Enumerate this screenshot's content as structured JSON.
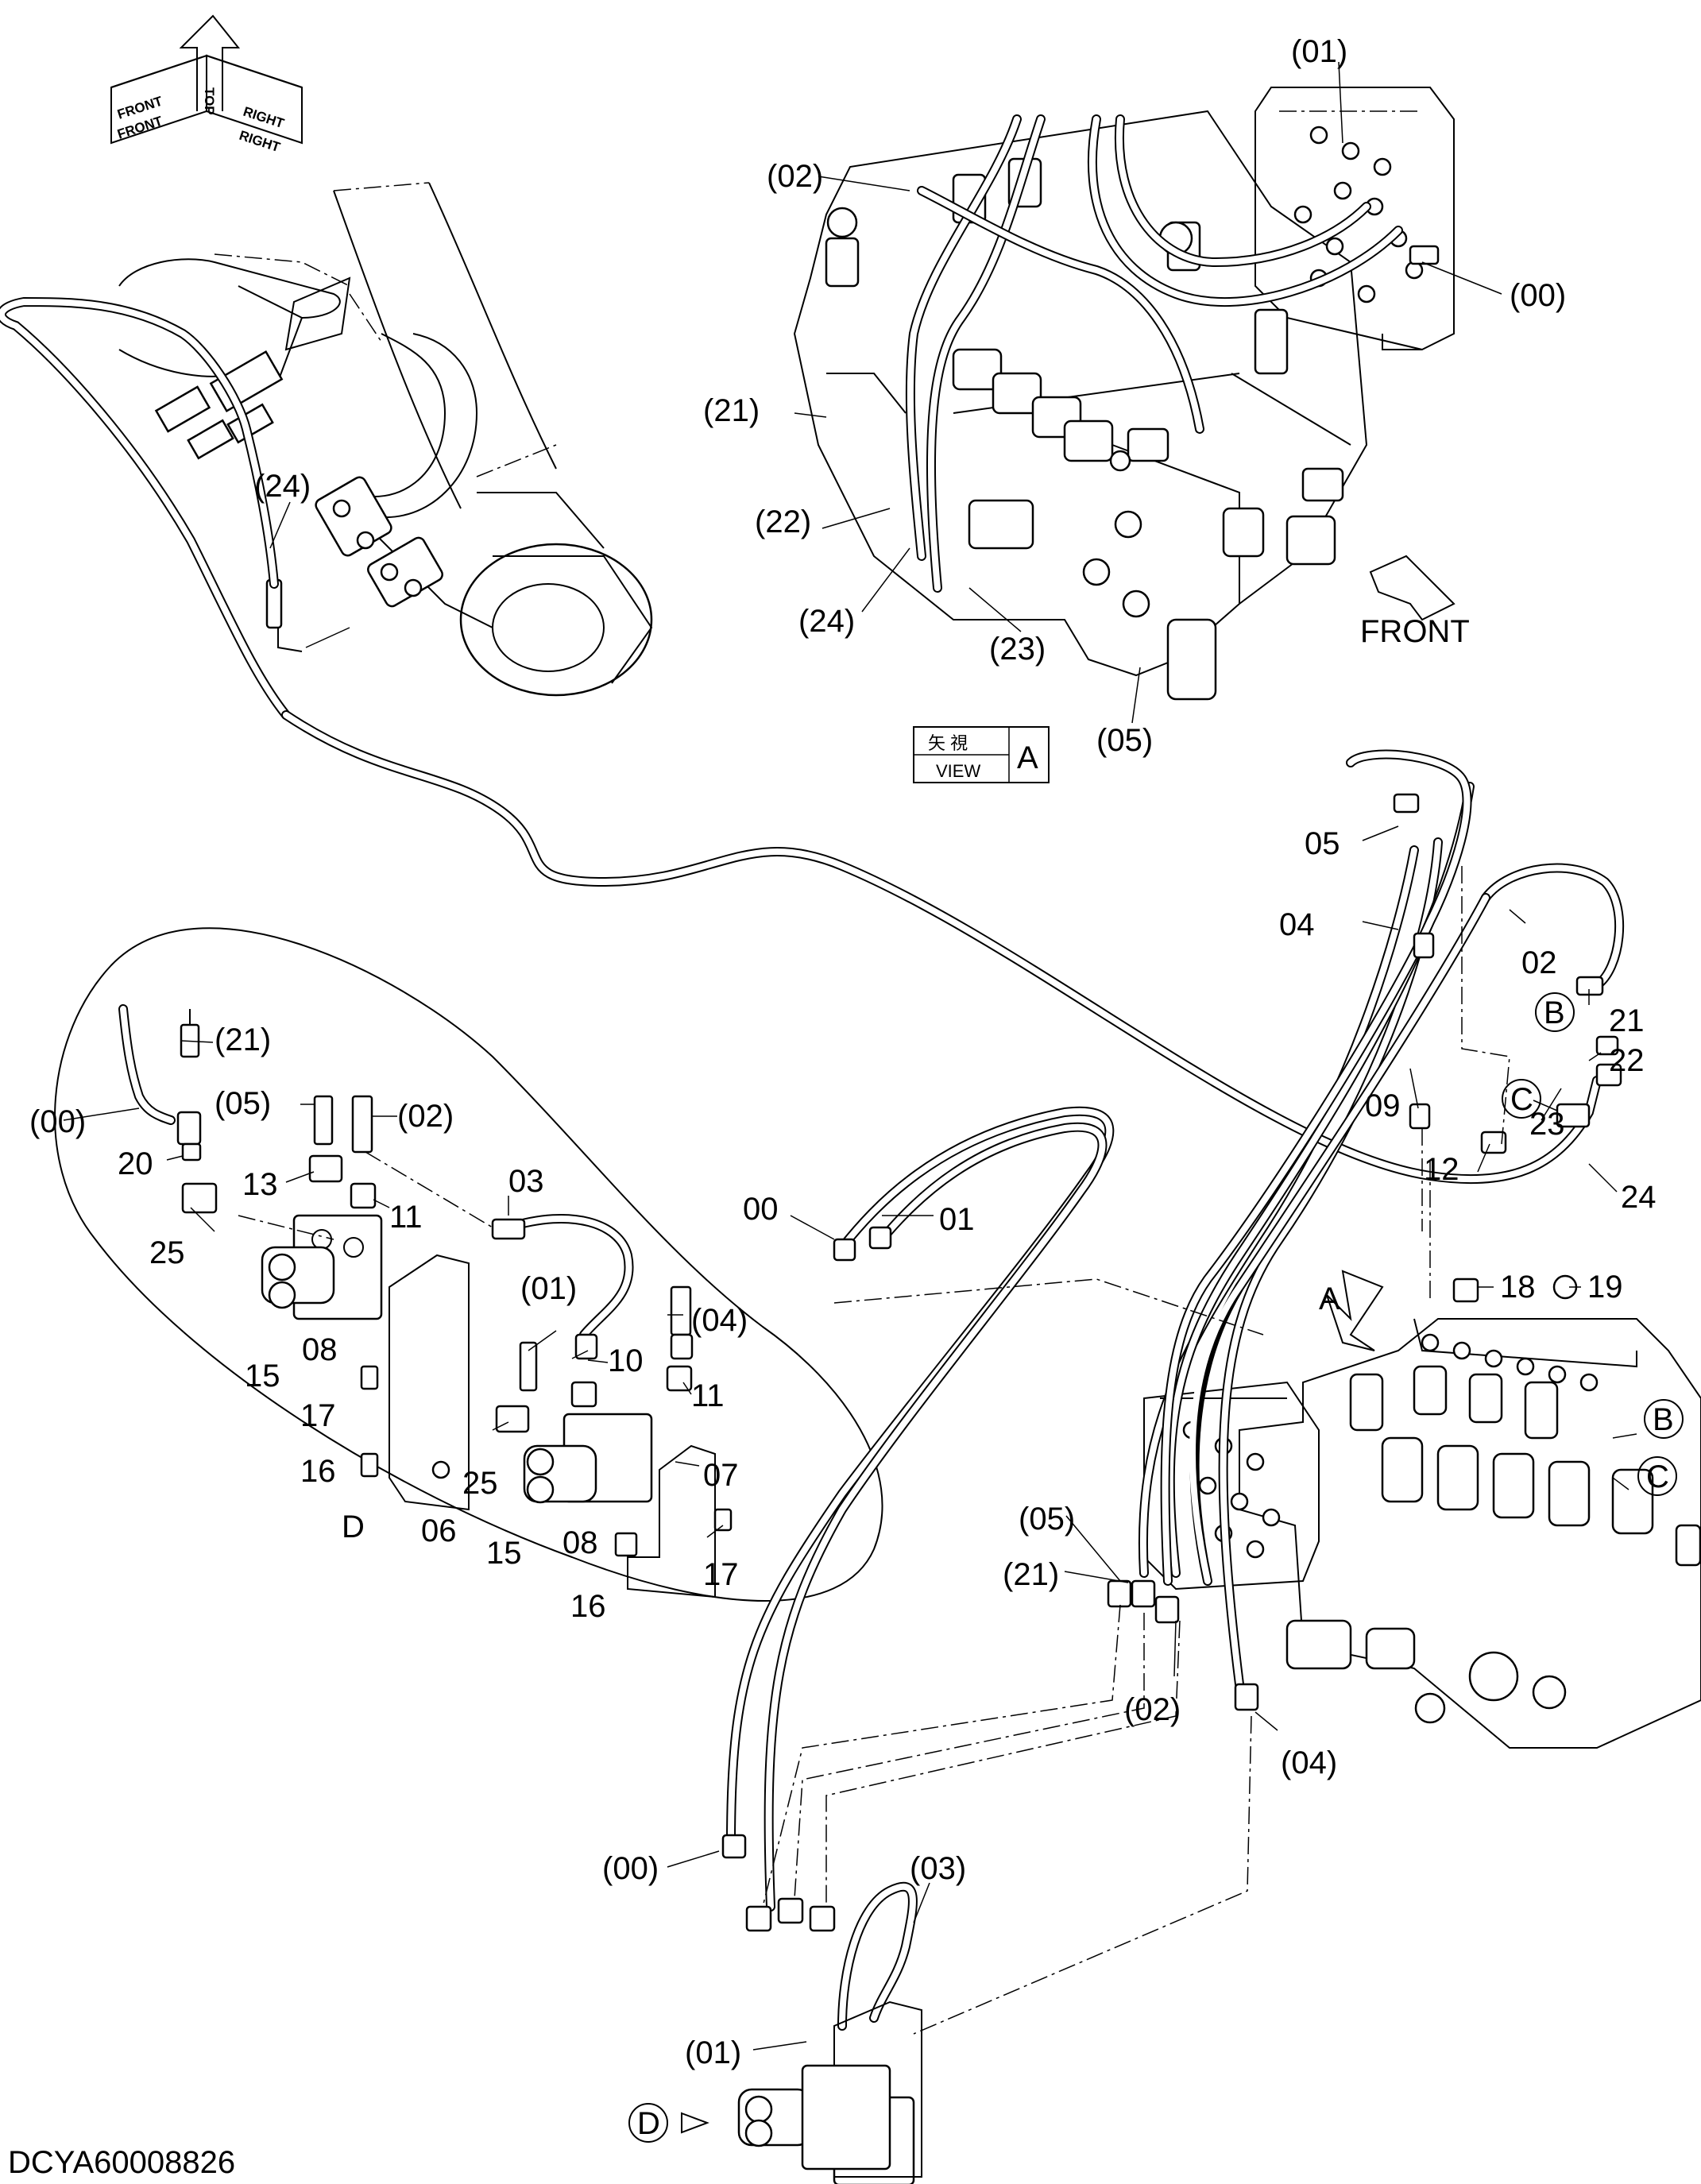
{
  "document_id": "DCYA60008826",
  "orientation_indicator": {
    "labels": [
      "FRONT",
      "TOP",
      "RIGHT",
      "FRONT",
      "RIGHT"
    ]
  },
  "view_a": {
    "view_label_jp": "矢 視",
    "view_label": "VIEW",
    "view_letter": "A",
    "front_label": "FRONT",
    "callouts": [
      "(01)",
      "(02)",
      "(00)",
      "(21)",
      "(22)",
      "(24)",
      "(23)",
      "(05)"
    ]
  },
  "boom_view": {
    "callouts": [
      "(24)"
    ]
  },
  "detail_d": {
    "letter": "D",
    "callouts": [
      "(00)",
      "(21)",
      "(05)",
      "(02)",
      "20",
      "13",
      "11",
      "25",
      "03",
      "15",
      "08",
      "17",
      "16",
      "06",
      "(01)",
      "(04)",
      "10",
      "11",
      "25",
      "07",
      "15",
      "08",
      "16",
      "17"
    ]
  },
  "main_view": {
    "callouts": [
      "05",
      "04",
      "02",
      "21",
      "22",
      "09",
      "23",
      "12",
      "24",
      "00",
      "01",
      "18",
      "19",
      "(05)",
      "(21)",
      "(02)",
      "(04)",
      "(00)",
      "(03)",
      "(01)"
    ],
    "circled": [
      "B",
      "C",
      "A",
      "B",
      "C",
      "D"
    ]
  }
}
